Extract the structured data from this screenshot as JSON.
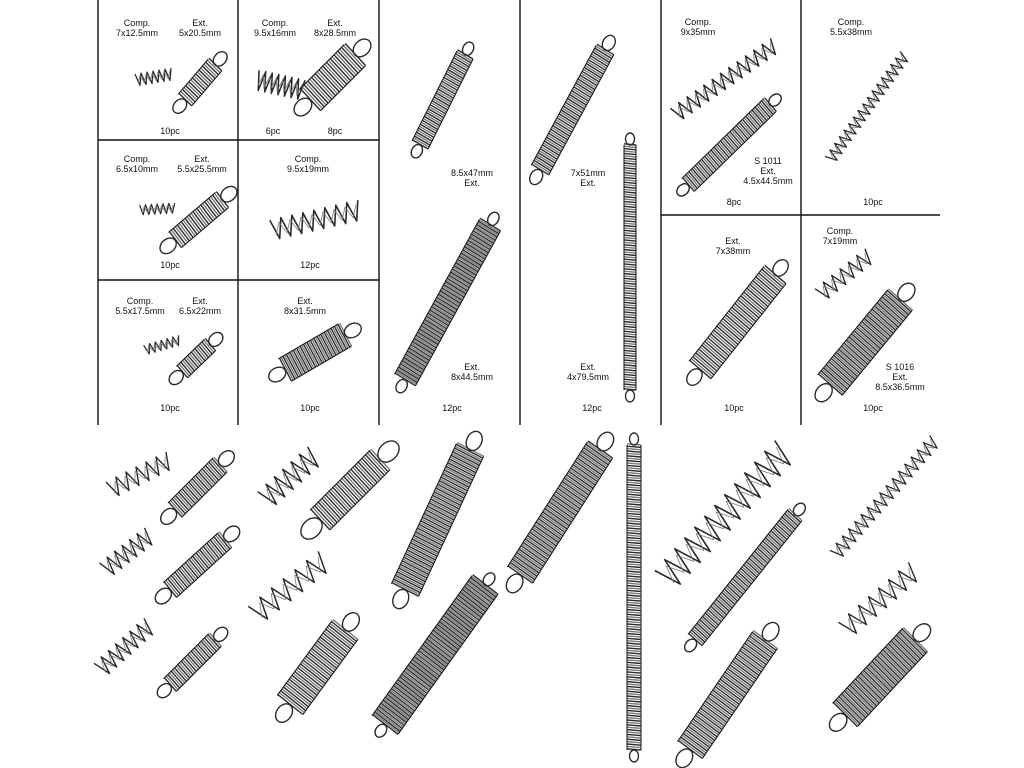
{
  "cells": [
    {
      "id": "c1",
      "comp_label": "Comp.",
      "comp_size": "7x12.5mm",
      "ext_label": "Ext.",
      "ext_size": "5x20.5mm",
      "qty": "10pc"
    },
    {
      "id": "c2",
      "comp_label": "Comp.",
      "comp_size": "9.5x16mm",
      "ext_label": "Ext.",
      "ext_size": "8x28.5mm",
      "qty_comp": "6pc",
      "qty_ext": "8pc"
    },
    {
      "id": "c3",
      "comp_label": "Comp.",
      "comp_size": "6.5x10mm",
      "ext_label": "Ext.",
      "ext_size": "5.5x25.5mm",
      "qty": "10pc"
    },
    {
      "id": "c4",
      "comp_label": "Comp.",
      "comp_size": "9.5x19mm",
      "qty": "12pc"
    },
    {
      "id": "c5",
      "comp_label": "Comp.",
      "comp_size": "5.5x17.5mm",
      "ext_label": "Ext.",
      "ext_size": "6.5x22mm",
      "qty": "10pc"
    },
    {
      "id": "c6",
      "ext_label": "Ext.",
      "ext_size": "8x31.5mm",
      "qty": "10pc"
    },
    {
      "id": "c7",
      "top_size": "8.5x47mm",
      "top_label": "Ext.",
      "bottom_label": "Ext.",
      "bottom_size": "8x44.5mm",
      "qty": "12pc"
    },
    {
      "id": "c8",
      "top_size": "7x51mm",
      "top_label": "Ext.",
      "bottom_label": "Ext.",
      "bottom_size": "4x79.5mm",
      "qty": "12pc"
    },
    {
      "id": "c9",
      "comp_label": "Comp.",
      "comp_size": "9x35mm",
      "code": "S 1011",
      "ext_label": "Ext.",
      "ext_size": "4.5x44.5mm",
      "qty": "8pc"
    },
    {
      "id": "c10",
      "comp_label": "Comp.",
      "comp_size": "5.5x38mm",
      "qty": "10pc"
    },
    {
      "id": "c11",
      "ext_label": "Ext.",
      "ext_size": "7x38mm",
      "qty": "10pc"
    },
    {
      "id": "c12",
      "comp_label": "Comp.",
      "comp_size": "7x19mm",
      "code": "S 1016",
      "ext_label": "Ext.",
      "ext_size": "8.5x36.5mm",
      "qty": "10pc"
    }
  ],
  "colors": {
    "ink": "#111111",
    "steel_dark": "#2a2a2a",
    "steel_mid": "#7a7a7a",
    "steel_light": "#d8d8d8",
    "background": "#ffffff"
  }
}
